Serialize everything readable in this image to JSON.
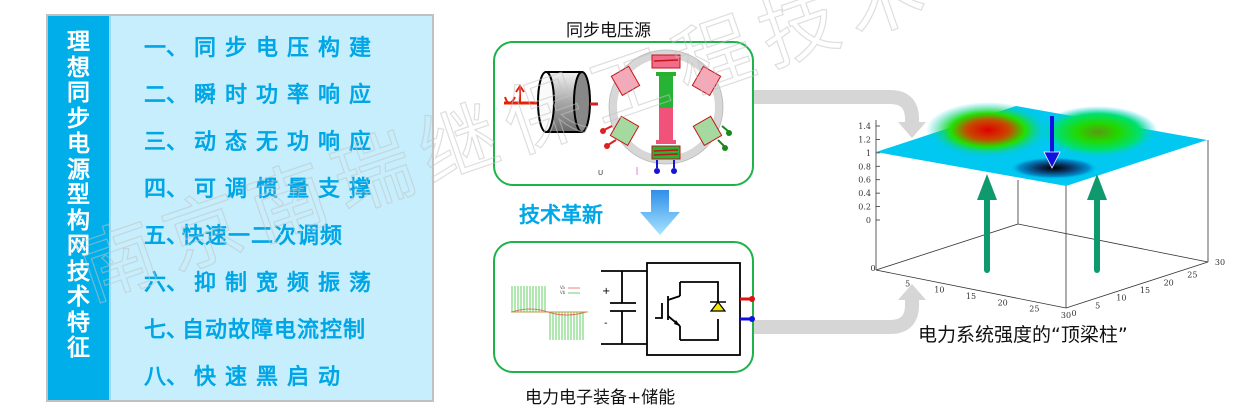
{
  "left_panel": {
    "sidebar_title": [
      "理",
      "想",
      "同",
      "步",
      "电",
      "源",
      "型",
      "构",
      "网",
      "技",
      "术",
      "特",
      "征"
    ],
    "features": [
      {
        "num": "一、",
        "text": "同步电压构建"
      },
      {
        "num": "二、",
        "text": "瞬时功率响应"
      },
      {
        "num": "三、",
        "text": "动态无功响应"
      },
      {
        "num": "四、",
        "text": "可调惯量支撑"
      },
      {
        "num": "五、",
        "text": "快速一二次调频"
      },
      {
        "num": "六、",
        "text": "抑制宽频振荡"
      },
      {
        "num": "七、",
        "text": "自动故障电流控制"
      },
      {
        "num": "八、",
        "text": "快速黑启动"
      }
    ]
  },
  "middle": {
    "top_title": "同步电压源",
    "top_small_label": "U",
    "innovation_label": "技术革新",
    "bottom_caption": "电力电子装备+储能",
    "waveform_legend": [
      "Va",
      "Vb"
    ],
    "dc_plus": "+",
    "dc_minus": "-"
  },
  "right": {
    "caption": "电力系统强度的“顶梁柱”"
  },
  "chart_data": {
    "type": "surface3d",
    "title": "",
    "z_ticks": [
      "1.4",
      "1.2",
      "1",
      "0.8",
      "0.6",
      "0.4",
      "0.2",
      "0"
    ],
    "x_ticks": [
      "0",
      "5",
      "10",
      "15",
      "20",
      "25",
      "30"
    ],
    "y_ticks": [
      "0",
      "5",
      "10",
      "15",
      "20",
      "25",
      "30"
    ],
    "xlim": [
      0,
      30
    ],
    "ylim": [
      0,
      30
    ],
    "zlim": [
      0,
      1.4
    ],
    "baseline_z": 1.0,
    "features": [
      {
        "kind": "peak",
        "z": 1.4,
        "color": "red"
      },
      {
        "kind": "peak",
        "z": 1.25,
        "color": "green"
      },
      {
        "kind": "dip",
        "z": 0.7,
        "color": "black"
      }
    ],
    "annotations": [
      "two upward support arrows",
      "one downward arrow into dip"
    ]
  },
  "watermark": "南京南瑞继保工程技术",
  "colors": {
    "accent_blue": "#00aeea",
    "panel_bg": "#c6eefc",
    "box_green": "#1db24a",
    "arrow_green": "#0f9a6e",
    "surface_cyan": "#00c8f0"
  }
}
